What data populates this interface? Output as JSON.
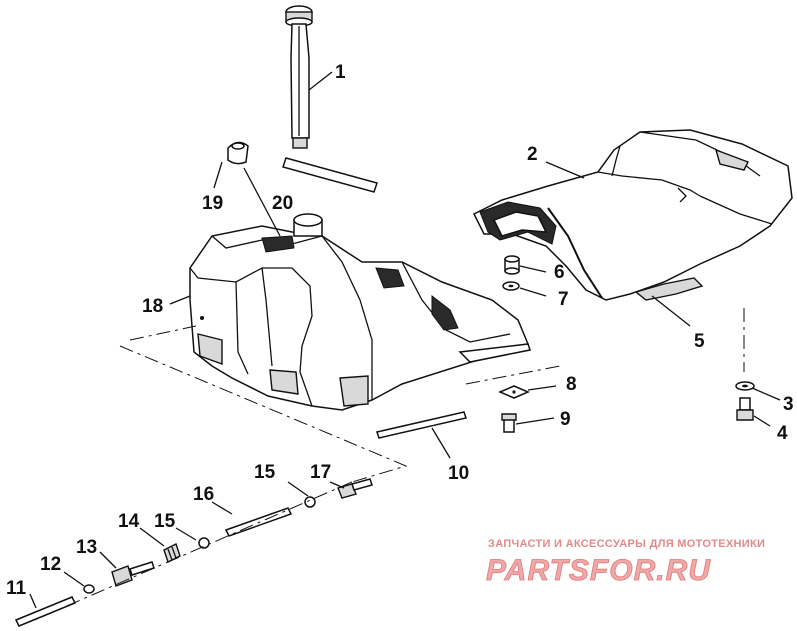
{
  "callouts": [
    {
      "id": "1",
      "label": "1"
    },
    {
      "id": "2",
      "label": "2"
    },
    {
      "id": "3",
      "label": "3"
    },
    {
      "id": "4",
      "label": "4"
    },
    {
      "id": "5",
      "label": "5"
    },
    {
      "id": "6",
      "label": "6"
    },
    {
      "id": "7",
      "label": "7"
    },
    {
      "id": "8",
      "label": "8"
    },
    {
      "id": "9",
      "label": "9"
    },
    {
      "id": "10",
      "label": "10"
    },
    {
      "id": "11",
      "label": "11"
    },
    {
      "id": "12",
      "label": "12"
    },
    {
      "id": "13",
      "label": "13"
    },
    {
      "id": "14",
      "label": "14"
    },
    {
      "id": "15a",
      "label": "15"
    },
    {
      "id": "15b",
      "label": "15"
    },
    {
      "id": "16",
      "label": "16"
    },
    {
      "id": "17",
      "label": "17"
    },
    {
      "id": "18",
      "label": "18"
    },
    {
      "id": "19",
      "label": "19"
    },
    {
      "id": "20",
      "label": "20"
    }
  ],
  "watermark": {
    "tagline": "ЗАПЧАСТИ И АКСЕССУАРЫ ДЛЯ МОТОТЕХНИКИ",
    "brand": "PARTSFOR.RU"
  }
}
